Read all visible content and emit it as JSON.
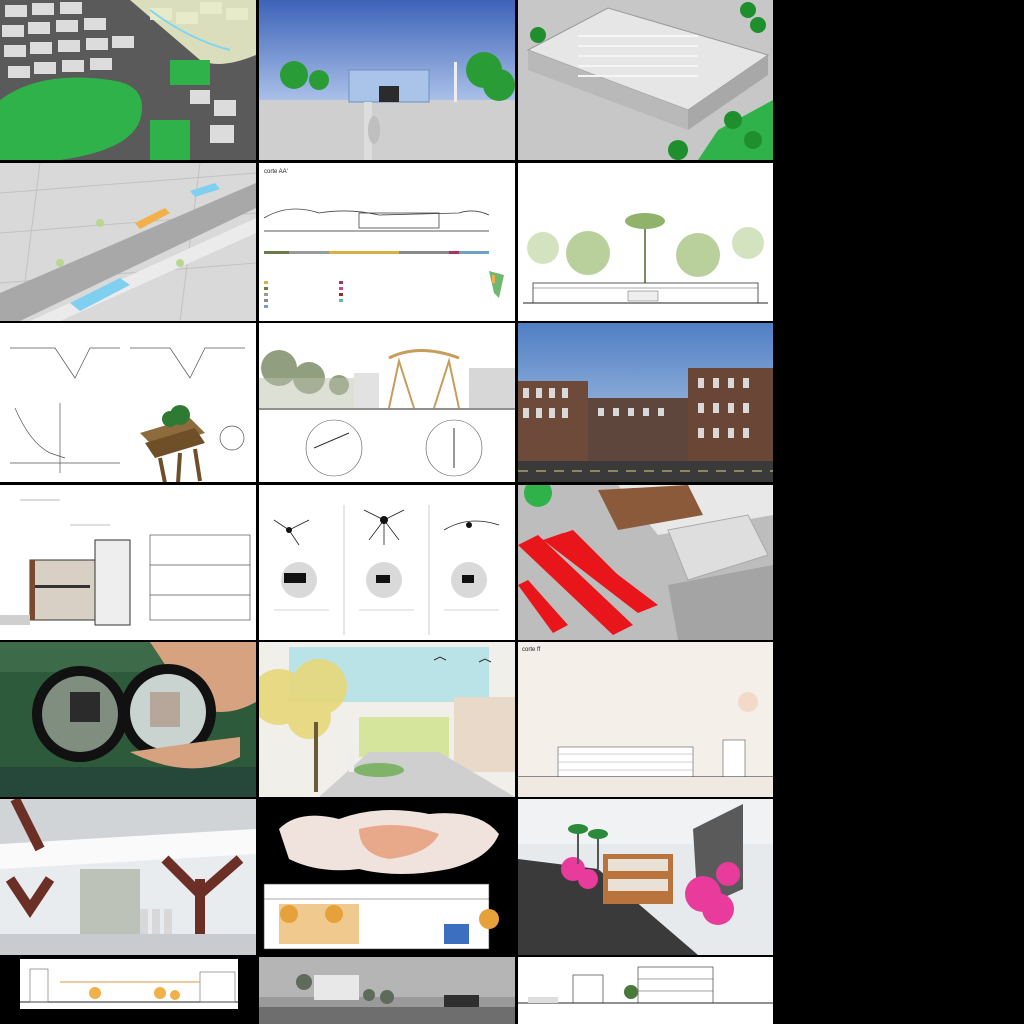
{
  "gallery": {
    "background": "#000000",
    "columns": 3,
    "rows": 7
  },
  "tiles": [
    {
      "id": "t01",
      "icon": "urban-masterplan-render"
    },
    {
      "id": "t02",
      "icon": "glass-building-plaza-render"
    },
    {
      "id": "t03",
      "icon": "flat-roof-market-render"
    },
    {
      "id": "t04",
      "icon": "highway-aerial-render"
    },
    {
      "id": "t05",
      "icon": "section-drawing-with-legend",
      "heading": "corte AA'"
    },
    {
      "id": "t06",
      "icon": "elevation-with-trees"
    },
    {
      "id": "t07",
      "icon": "technical-details-sheet"
    },
    {
      "id": "t08",
      "icon": "structure-section-detail"
    },
    {
      "id": "t09",
      "icon": "brick-buildings-street-render"
    },
    {
      "id": "t10",
      "icon": "building-section-cutaway"
    },
    {
      "id": "t11",
      "icon": "network-diagrams-sheet"
    },
    {
      "id": "t12",
      "icon": "aerial-red-volumes-render"
    },
    {
      "id": "t13",
      "icon": "binoculars-photo"
    },
    {
      "id": "t14",
      "icon": "courtyard-collage-render"
    },
    {
      "id": "t15",
      "icon": "long-section-drawing",
      "heading": "corte ff"
    },
    {
      "id": "t16",
      "icon": "steel-columns-interior-render"
    },
    {
      "id": "t17",
      "icon": "watercolor-section-collage"
    },
    {
      "id": "t18",
      "icon": "pink-trees-building-render"
    },
    {
      "id": "t19",
      "icon": "section-with-orange-trees"
    },
    {
      "id": "t20",
      "icon": "grey-sky-massing-render"
    },
    {
      "id": "t21",
      "icon": "building-section-white"
    }
  ],
  "colors": {
    "grass": "#2fb24a",
    "asphalt": "#3a3a3a",
    "sky": "#5a87c8",
    "brick": "#6e4a3a",
    "red_volume": "#e8151b",
    "pink_tree": "#e83b9c",
    "orange_tree": "#f1b04a"
  }
}
